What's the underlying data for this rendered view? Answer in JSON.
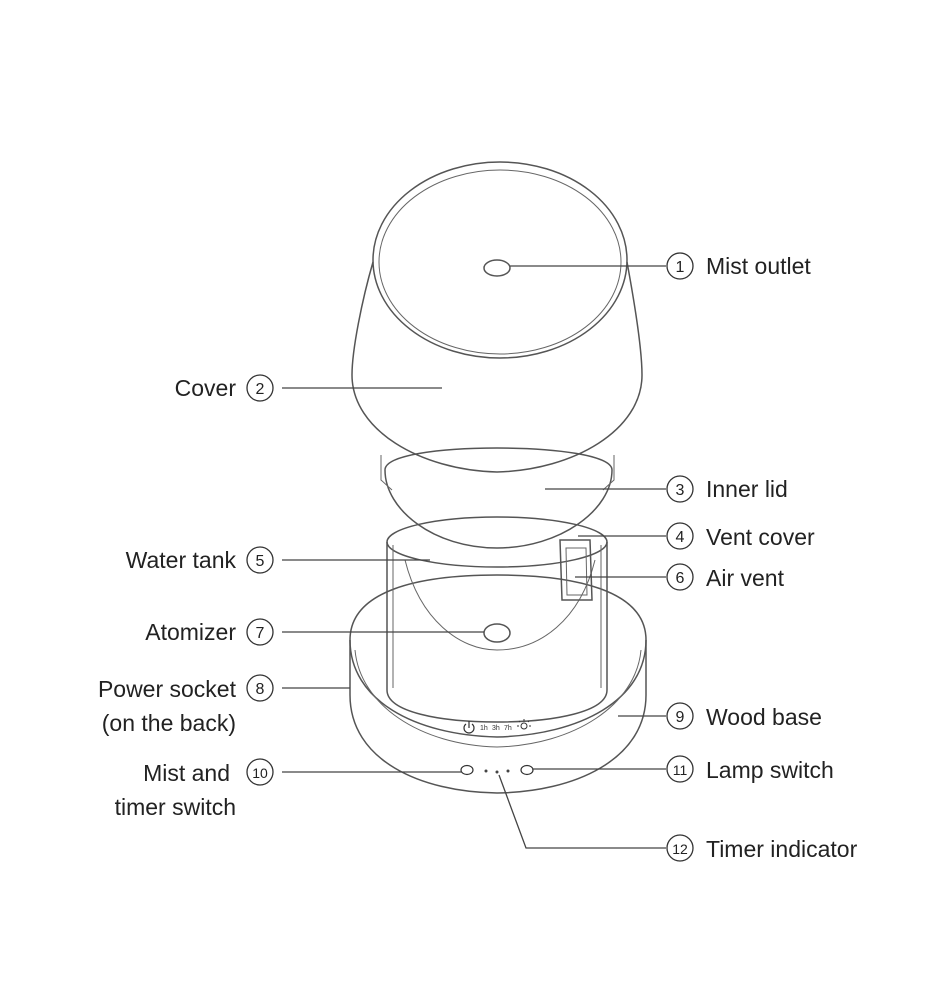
{
  "callouts": [
    {
      "num": "1",
      "label": "Mist outlet"
    },
    {
      "num": "2",
      "label": "Cover"
    },
    {
      "num": "3",
      "label": "Inner lid"
    },
    {
      "num": "4",
      "label": "Vent cover"
    },
    {
      "num": "5",
      "label": "Water tank"
    },
    {
      "num": "6",
      "label": "Air vent"
    },
    {
      "num": "7",
      "label": "Atomizer"
    },
    {
      "num": "8",
      "label_line1": "Power socket",
      "label_line2": "(on the back)"
    },
    {
      "num": "9",
      "label": "Wood base"
    },
    {
      "num": "10",
      "label_line1": "Mist and",
      "label_line2": "timer switch"
    },
    {
      "num": "11",
      "label": "Lamp switch"
    },
    {
      "num": "12",
      "label": "Timer indicator"
    }
  ],
  "control_panel": {
    "timer_1": "1h",
    "timer_2": "3h",
    "timer_3": "7h"
  },
  "icons": {
    "power": "power-icon",
    "lamp": "lamp-icon"
  }
}
